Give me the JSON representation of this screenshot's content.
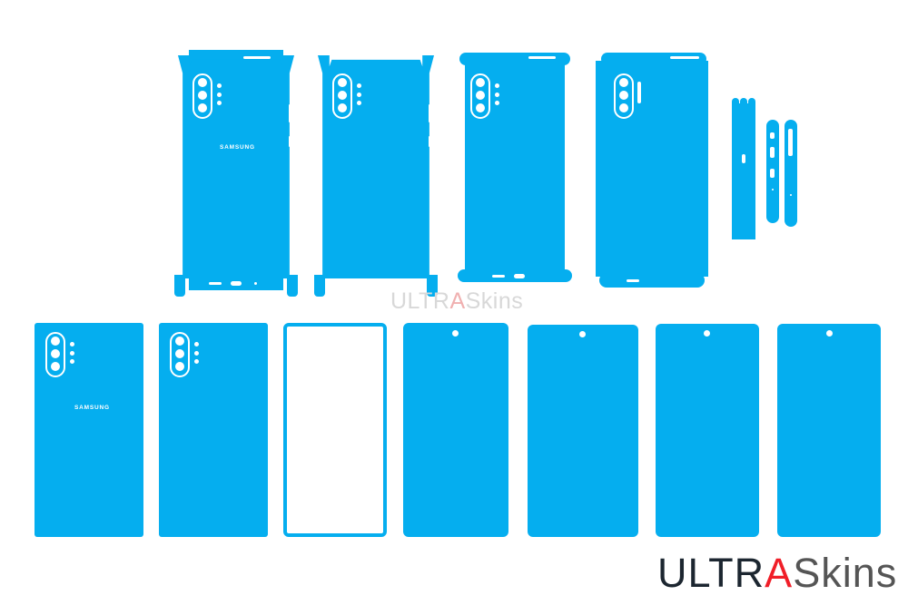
{
  "colors": {
    "skin": "#05aeef",
    "background": "#ffffff",
    "logo_dark": "#1c2630",
    "logo_red": "#f01e28",
    "logo_gray": "#555555",
    "watermark": "#d8d8d8"
  },
  "templates": {
    "top_row": [
      {
        "name": "full-wrap-back-1",
        "brand": "SAMSUNG"
      },
      {
        "name": "full-wrap-back-2"
      },
      {
        "name": "full-wrap-back-3"
      },
      {
        "name": "full-wrap-back-4"
      },
      {
        "name": "side-strips"
      }
    ],
    "bottom_row": [
      {
        "name": "back-skin-1",
        "brand": "SAMSUNG"
      },
      {
        "name": "back-skin-2"
      },
      {
        "name": "screen-frame"
      },
      {
        "name": "screen-skin-1"
      },
      {
        "name": "screen-skin-2"
      },
      {
        "name": "screen-skin-3"
      },
      {
        "name": "screen-skin-4"
      }
    ]
  },
  "watermark": {
    "part1": "ULTR",
    "part2": "A",
    "part3": "Skins"
  },
  "logo": {
    "part1": "ULTR",
    "part2": "A",
    "part3": "Skins"
  }
}
